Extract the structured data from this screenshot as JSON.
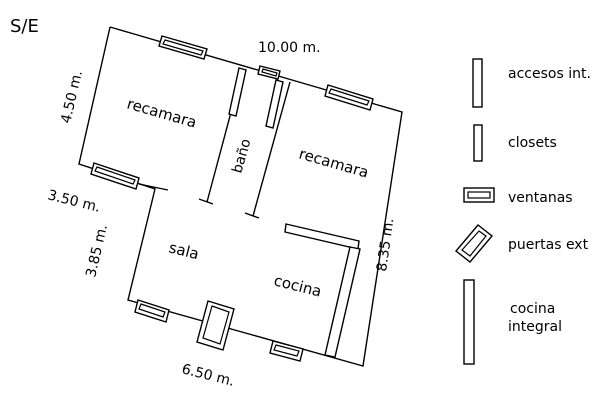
{
  "scale_label": "S/E",
  "rooms": {
    "bedroom_left": "recamara",
    "bathroom": "baño",
    "bedroom_right": "recamara",
    "living": "sala",
    "kitchen": "cocina"
  },
  "dimensions": {
    "top": "10.00 m.",
    "left_upper": "4.50 m.",
    "step": "3.50 m.",
    "left_lower": "3.85 m.",
    "right": "8.35 m.",
    "bottom": "6.50 m."
  },
  "legend": {
    "interior_access": "accesos int.",
    "closets": "closets",
    "windows": "ventanas",
    "exterior_doors": "puertas ext",
    "kitchen_line_1": "cocina",
    "kitchen_line_2": "integral"
  },
  "colors": {
    "ink": "#000000",
    "background": "#ffffff"
  }
}
